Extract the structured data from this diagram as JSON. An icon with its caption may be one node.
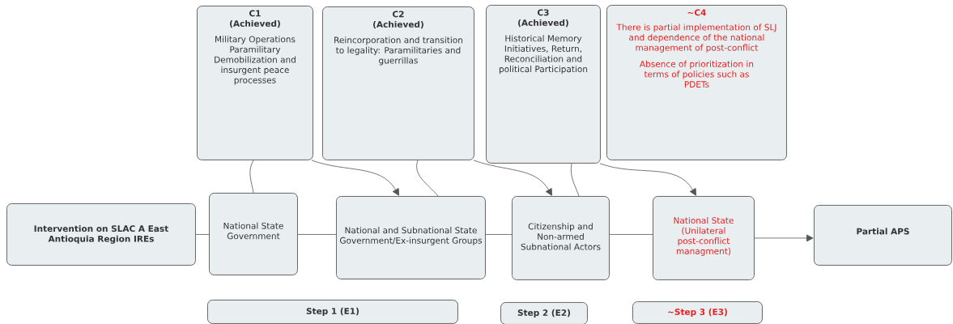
{
  "diagram": {
    "nodes": [
      {
        "text": [
          "Intervention on SLAC A East Antioquia Region IREs"
        ]
      },
      {
        "text": [
          "National State Government"
        ]
      },
      {
        "text": [
          "National and Subnational State Government/Ex-insurgent Groups"
        ]
      },
      {
        "text": [
          "Citizenship and Non-armed Subnational Actors"
        ]
      },
      {
        "text": [
          "National State (Unilateral post-conflict managment)"
        ]
      },
      {
        "text": [
          "Partial APS"
        ]
      },
      {
        "text": [
          "C1 (Achieved)",
          "Military Operations Paramilitary Demobilization and insurgent peace processes"
        ]
      },
      {
        "text": [
          "C2 (Achieved)",
          "Reincorporation and transition to legality: Paramilitaries and guerrillas"
        ]
      },
      {
        "text": [
          "C3 (Achieved)",
          "Historical Memory Initiatives, Return, Reconciliation and political Participation"
        ]
      },
      {
        "text": [
          "~C4",
          "There is partial implementation of SLJ and dependence of the national management of post-conflict",
          "Absence of prioritization in terms of policies such as PDETs"
        ]
      },
      {
        "text": [
          "Step 1 (E1)"
        ]
      },
      {
        "text": [
          "Step 2 (E2)"
        ]
      },
      {
        "text": [
          "~Step 3 (E3)"
        ]
      }
    ],
    "edges": [
      {
        "from": 0,
        "to": 1,
        "arrow": "none"
      },
      {
        "from": 1,
        "to": 2,
        "arrow": "none"
      },
      {
        "from": 2,
        "to": 3,
        "arrow": "none"
      },
      {
        "from": 3,
        "to": 4,
        "arrow": "none"
      },
      {
        "from": 4,
        "to": 5,
        "arrow": "to"
      },
      {
        "from": 6,
        "to": 1,
        "arrow": "none"
      },
      {
        "from": 6,
        "to": 2,
        "arrow": "to"
      },
      {
        "from": 7,
        "to": 2,
        "arrow": "none"
      },
      {
        "from": 7,
        "to": 3,
        "arrow": "to"
      },
      {
        "from": 8,
        "to": 3,
        "arrow": "none"
      },
      {
        "from": 8,
        "to": 4,
        "arrow": "to"
      }
    ]
  }
}
